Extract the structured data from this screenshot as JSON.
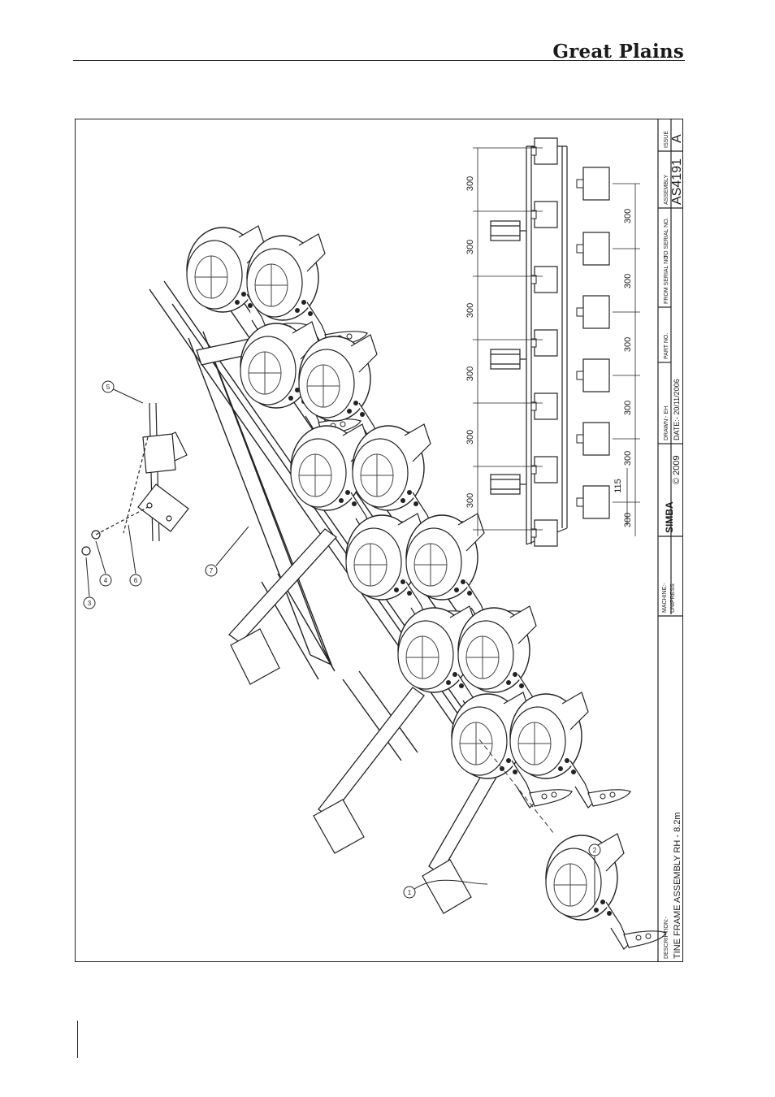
{
  "header": {
    "brand": "Great Plains"
  },
  "drawing": {
    "callouts": [
      "1",
      "2",
      "3",
      "4",
      "5",
      "6",
      "7"
    ],
    "dimensions": {
      "left_column": [
        "300",
        "300",
        "300",
        "300",
        "300",
        "300"
      ],
      "right_column": [
        "300",
        "300",
        "300",
        "300",
        "300",
        "300"
      ],
      "offset": "115"
    }
  },
  "title_block": {
    "description_label": "DESCRIPTION:-",
    "description": "TINE FRAME ASSEMBLY RH - 8.2m",
    "machine_label": "MACHINE:-",
    "machine": "UNIPRESS",
    "logo": "SIMBA",
    "copyright": "© 2009",
    "drawn": "DRAWN:- EH",
    "date": "DATE:- 20/11/2006",
    "part_no_label": "PART NO.",
    "from_serial_label": "FROM SERIAL NO",
    "to_serial_label": "TO SERIAL NO.",
    "assembly_label": "ASSEMBLY",
    "assembly": "AS4191",
    "issue_label": "ISSUE",
    "issue": "A"
  }
}
